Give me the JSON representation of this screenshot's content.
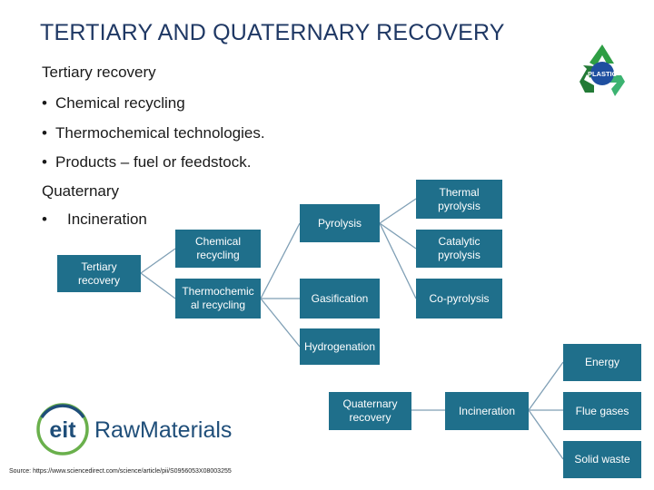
{
  "title": "TERTIARY AND QUATERNARY RECOVERY",
  "text": {
    "tertiary_heading": "Tertiary recovery",
    "bullets_tertiary": [
      "Chemical recycling",
      "Thermochemical technologies.",
      "Products – fuel or feedstock."
    ],
    "quaternary_heading": "Quaternary",
    "bullets_quaternary": [
      "Incineration"
    ],
    "bullet_char": "•"
  },
  "diagram": {
    "nodes": {
      "tertiary": "Tertiary recovery",
      "chemical": "Chemical recycling",
      "thermochemical": "Thermochemic al recycling",
      "pyrolysis": "Pyrolysis",
      "gasification": "Gasification",
      "hydrogenation": "Hydrogenation",
      "thermal_pyrolysis": "Thermal pyrolysis",
      "catalytic_pyrolysis": "Catalytic pyrolysis",
      "co_pyrolysis": "Co-pyrolysis",
      "quaternary": "Quaternary recovery",
      "incineration": "Incineration",
      "energy": "Energy",
      "flue_gases": "Flue gases",
      "solid_waste": "Solid waste"
    }
  },
  "logos": {
    "plastic_label": "PLASTIC",
    "eit_text": "eit",
    "raw_materials_text": "RawMaterials"
  },
  "source": "Source: https://www.sciencedirect.com/science/article/pii/S0956053X08003255",
  "colors": {
    "title": "#1f3864",
    "box": "#1f6f8b",
    "connector": "#7f9fb5",
    "eit_green": "#6ab04c",
    "eit_blue": "#1f4e79"
  }
}
